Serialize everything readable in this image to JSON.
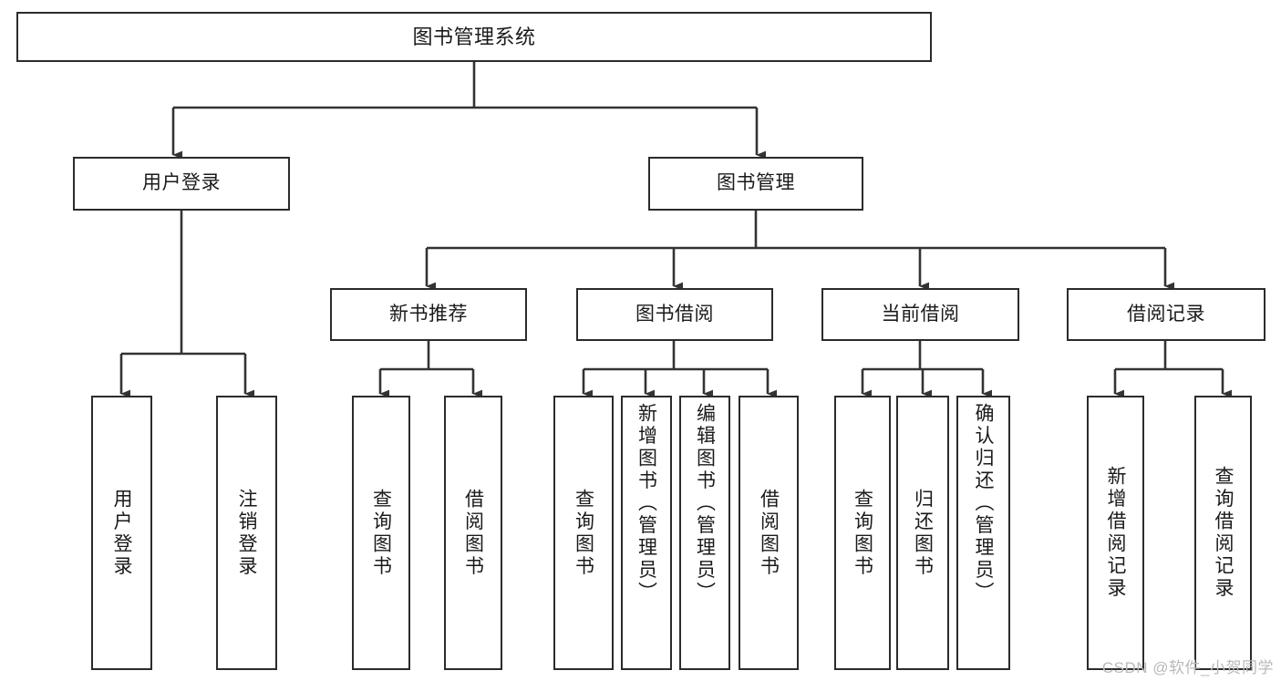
{
  "diagram": {
    "type": "tree-hierarchy-chart",
    "title": "图书管理系统",
    "watermark": "CSDN @软件_小贺同学",
    "colors": {
      "box_border": "#2b2b2b",
      "box_fill": "#ffffff",
      "connector": "#333333",
      "text": "#1a1a1a",
      "watermark": "#b9b9b9"
    },
    "levels": {
      "root": "图书管理系统",
      "level2": [
        "用户登录",
        "图书管理"
      ],
      "level3": [
        "新书推荐",
        "图书借阅",
        "当前借阅",
        "借阅记录"
      ]
    },
    "nodes": {
      "root": {
        "id": "root",
        "label": "图书管理系统",
        "orientation": "horizontal"
      },
      "user_login": {
        "id": "user-login",
        "label": "用户登录",
        "orientation": "horizontal"
      },
      "book_mgmt": {
        "id": "book-management",
        "label": "图书管理",
        "orientation": "horizontal"
      },
      "new_book_rec": {
        "id": "new-book-recommend",
        "label": "新书推荐",
        "orientation": "horizontal"
      },
      "book_borrow": {
        "id": "book-borrow",
        "label": "图书借阅",
        "orientation": "horizontal"
      },
      "current_borrow": {
        "id": "current-borrow",
        "label": "当前借阅",
        "orientation": "horizontal"
      },
      "borrow_record": {
        "id": "borrow-record",
        "label": "借阅记录",
        "orientation": "horizontal"
      }
    },
    "leaves": {
      "user_login": [
        {
          "id": "leaf-user-login",
          "label": "用户登录"
        },
        {
          "id": "leaf-logout-login",
          "label": "注销登录"
        }
      ],
      "new_book_rec": [
        {
          "id": "leaf-query-books-1",
          "label": "查询图书"
        },
        {
          "id": "leaf-borrow-books-1",
          "label": "借阅图书"
        }
      ],
      "book_borrow": [
        {
          "id": "leaf-query-books-2",
          "label": "查询图书"
        },
        {
          "id": "leaf-add-book-admin",
          "label": "新增图书（管理员）"
        },
        {
          "id": "leaf-edit-book-admin",
          "label": "编辑图书（管理员）"
        },
        {
          "id": "leaf-borrow-books-2",
          "label": "借阅图书"
        }
      ],
      "current_borrow": [
        {
          "id": "leaf-query-books-3",
          "label": "查询图书"
        },
        {
          "id": "leaf-return-books",
          "label": "归还图书"
        },
        {
          "id": "leaf-confirm-return-admin",
          "label": "确认归还（管理员）"
        }
      ],
      "borrow_record": [
        {
          "id": "leaf-add-borrow-record",
          "label": "新增借阅记录"
        },
        {
          "id": "leaf-query-borrow-record",
          "label": "查询借阅记录"
        }
      ]
    }
  }
}
